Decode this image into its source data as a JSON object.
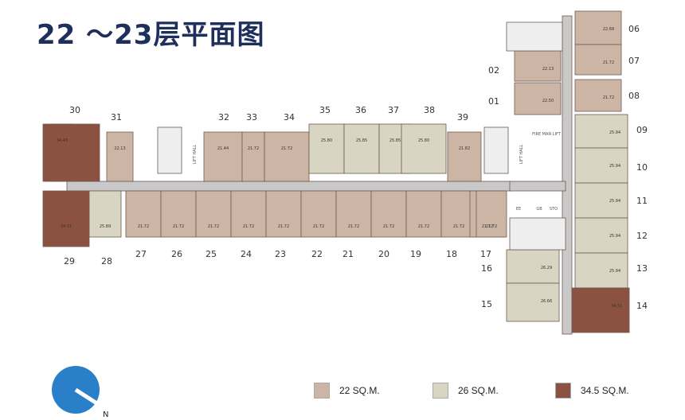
{
  "title": "22 ～23层平面图",
  "colors": {
    "small": "#cdb5a6",
    "medium": "#d8d6c2",
    "large": "#8b5242",
    "corridor": "#c9c9c9",
    "wall": "#6f5a52",
    "compass": "#2a80c8"
  },
  "legend": [
    {
      "label": "22 SQ.M.",
      "color": "#cdb5a6"
    },
    {
      "label": "26 SQ.M.",
      "color": "#d8d6c2"
    },
    {
      "label": "34.5 SQ.M.",
      "color": "#8b5242"
    }
  ],
  "compass": {
    "label": "N"
  },
  "service": {
    "lift_hall_left": "LIFT HALL",
    "lift_hall_right": "LIFT HALL",
    "fireman_lift": "FIRE MAN LIFT",
    "ee": "EE",
    "gb": "GB",
    "sto": "STO"
  },
  "unit_numbers": [
    "01",
    "02",
    "06",
    "07",
    "08",
    "09",
    "10",
    "11",
    "12",
    "13",
    "14",
    "15",
    "16",
    "17",
    "18",
    "19",
    "20",
    "21",
    "22",
    "23",
    "24",
    "25",
    "26",
    "27",
    "28",
    "29",
    "30",
    "31",
    "32",
    "33",
    "34",
    "35",
    "36",
    "37",
    "38",
    "39"
  ],
  "areas_top": [
    "34.43",
    "22.13",
    "21.44",
    "21.72",
    "21.72",
    "25.80",
    "25.85",
    "25.85",
    "25.80",
    "21.82"
  ],
  "areas_bottom": [
    "34.31",
    "25.89",
    "21.72",
    "21.72",
    "21.72",
    "21.72",
    "21.72",
    "21.72",
    "21.72",
    "21.72",
    "21.72",
    "21.72",
    "21.72",
    "21.72"
  ],
  "areas_right": [
    "22.68",
    "21.72",
    "21.72",
    "22.13",
    "22.50",
    "25.94",
    "25.94",
    "25.94",
    "25.94",
    "25.94",
    "26.29",
    "26.66",
    "34.31"
  ]
}
